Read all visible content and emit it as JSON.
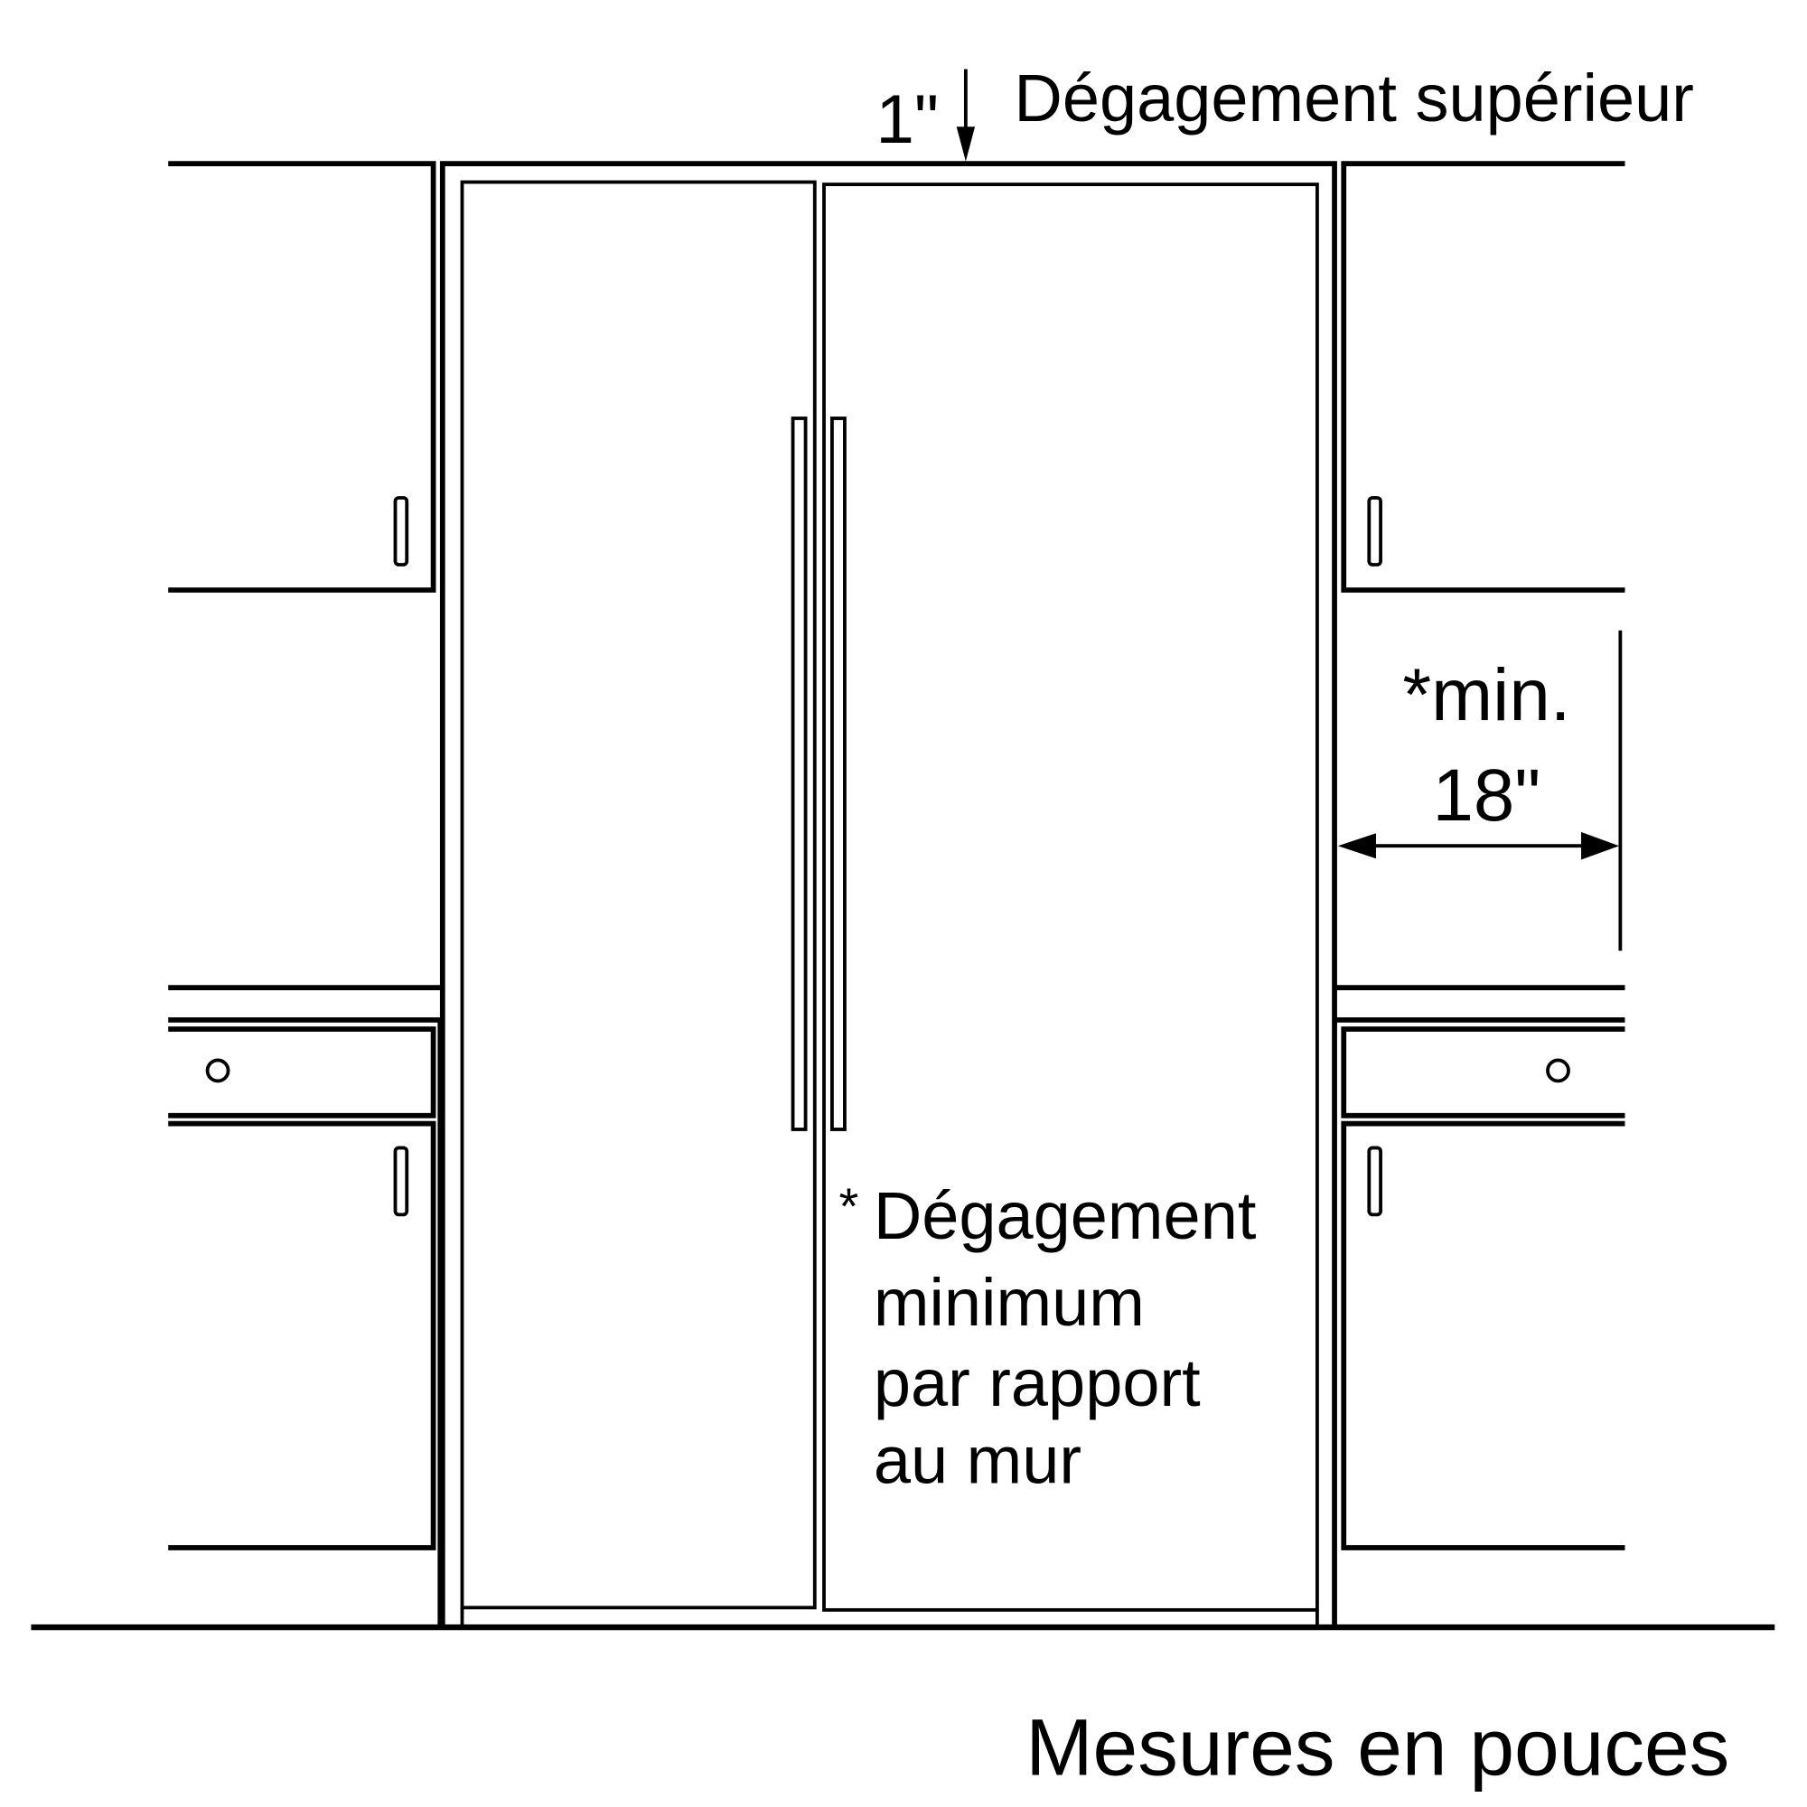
{
  "labels": {
    "top_clearance_value": "1\"",
    "top_clearance_label": "Dégagement supérieur",
    "side_min_label": "*min.",
    "side_min_value": "18\"",
    "note_asterisk": "*",
    "note_line1": "Dégagement",
    "note_line2": "minimum",
    "note_line3": "par rapport",
    "note_line4": "au mur",
    "units": "Mesures en pouces"
  }
}
